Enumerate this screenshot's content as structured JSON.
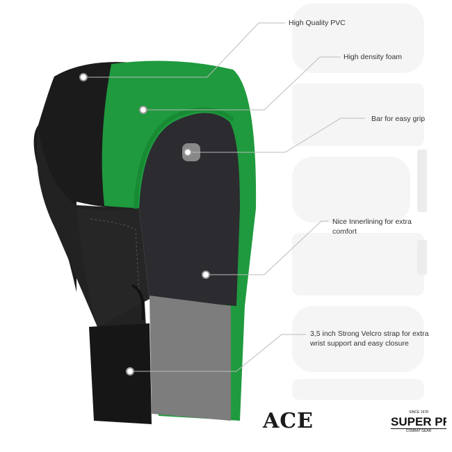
{
  "watermark": {
    "brand": "SUPER PRO",
    "since": "SINCE 1978"
  },
  "callouts": [
    {
      "id": "pvc",
      "text": "High Quality PVC"
    },
    {
      "id": "foam",
      "text": "High density foam"
    },
    {
      "id": "grip",
      "text": "Bar for easy grip"
    },
    {
      "id": "lining",
      "line1": "Nice Innerlining for extra",
      "line2": "comfort"
    },
    {
      "id": "strap",
      "line1": "3,5 inch Strong Velcro strap for extra",
      "line2": "wrist support and easy closure"
    }
  ],
  "product": {
    "name": "ACE"
  },
  "logo": {
    "since": "SINCE 1978",
    "brand": "SUPER PRO",
    "tagline": "COMBAT GEAR"
  },
  "colors": {
    "green": "#1f9a3e",
    "black": "#1b1b1b",
    "grey": "#7d7d7d",
    "lining": "#2b2b30"
  }
}
